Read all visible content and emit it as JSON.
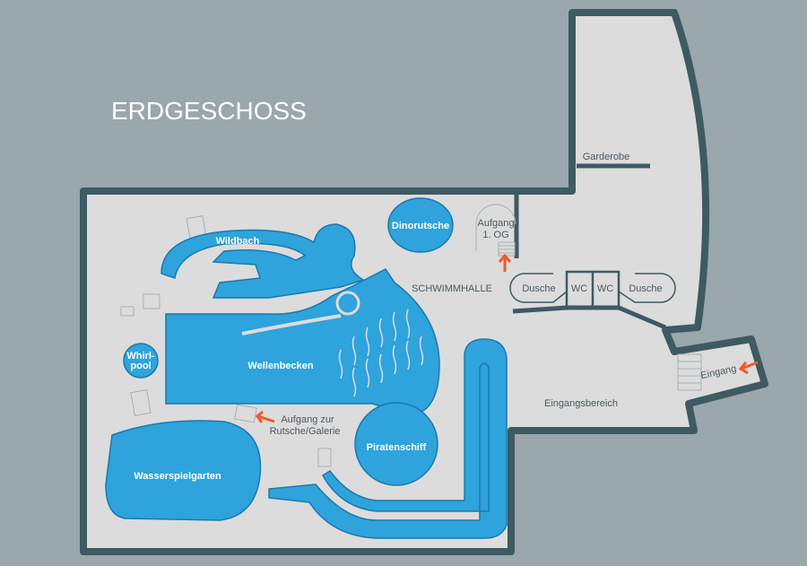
{
  "title": "ERDGESCHOSS",
  "rooms": {
    "garderobe": "Garderobe",
    "schwimmhalle": "SCHWIMMHALLE",
    "aufgang_og": [
      "Aufgang",
      "1. OG"
    ],
    "dusche_left": "Dusche",
    "wc_left": "WC",
    "wc_right": "WC",
    "dusche_right": "Dusche",
    "eingang": "Eingang",
    "eingangsbereich": "Eingangsbereich",
    "aufgang_rutsche": [
      "Aufgang zur",
      "Rutsche/Galerie"
    ]
  },
  "pools": {
    "dinorutsche": "Dinorutsche",
    "wildbach": "Wildbach",
    "whirlpool": [
      "Whirl-",
      "pool"
    ],
    "wellenbecken": "Wellenbecken",
    "piratenschiff": "Piratenschiff",
    "wasserspielgarten": "Wasserspielgarten"
  },
  "colors": {
    "water": "#2ea3dc",
    "wall": "#3e5a62",
    "floor": "#dcdcdc",
    "arrow": "#f0592a",
    "background": "#9aa7ad"
  }
}
